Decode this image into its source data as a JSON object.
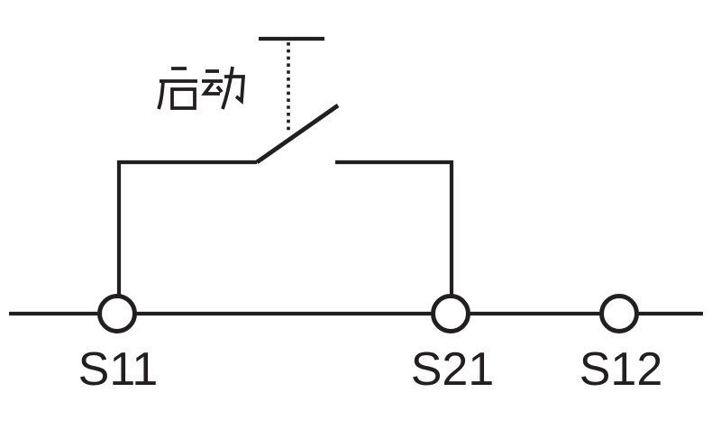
{
  "colors": {
    "line": "#231f20",
    "background": "#ffffff"
  },
  "labels": {
    "start": "启动",
    "terminals": [
      "S11",
      "S21",
      "S12"
    ]
  }
}
